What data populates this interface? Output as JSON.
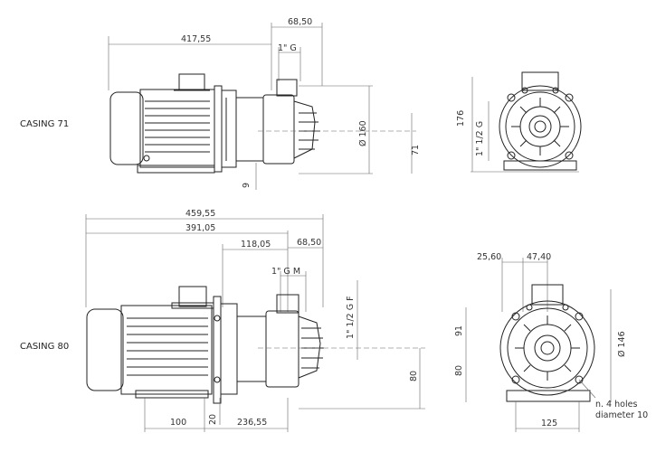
{
  "labels": {
    "casing71": "CASING 71",
    "casing80": "CASING 80"
  },
  "casing71": {
    "d_417_55": "417,55",
    "d_68_50": "68,50",
    "d_1g": "1\" G",
    "d_phi160": "Ø 160",
    "d_71": "71",
    "d_9": "9",
    "d_176": "176",
    "d_1_1_2g": "1\" 1/2 G"
  },
  "casing80": {
    "d_459_55": "459,55",
    "d_391_05": "391,05",
    "d_118_05": "118,05",
    "d_68_50": "68,50",
    "d_1gm": "1\" G M",
    "d_1_1_2gf": "1\" 1/2 G F",
    "d_80": "80",
    "d_100": "100",
    "d_20": "20",
    "d_236_55": "236,55",
    "d_25_60": "25,60",
    "d_47_40": "47,40",
    "d_91": "91",
    "d_80b": "80",
    "d_phi146": "Ø 146",
    "d_125": "125",
    "note_holes": "n. 4 holes",
    "note_diam": "diameter 10"
  }
}
